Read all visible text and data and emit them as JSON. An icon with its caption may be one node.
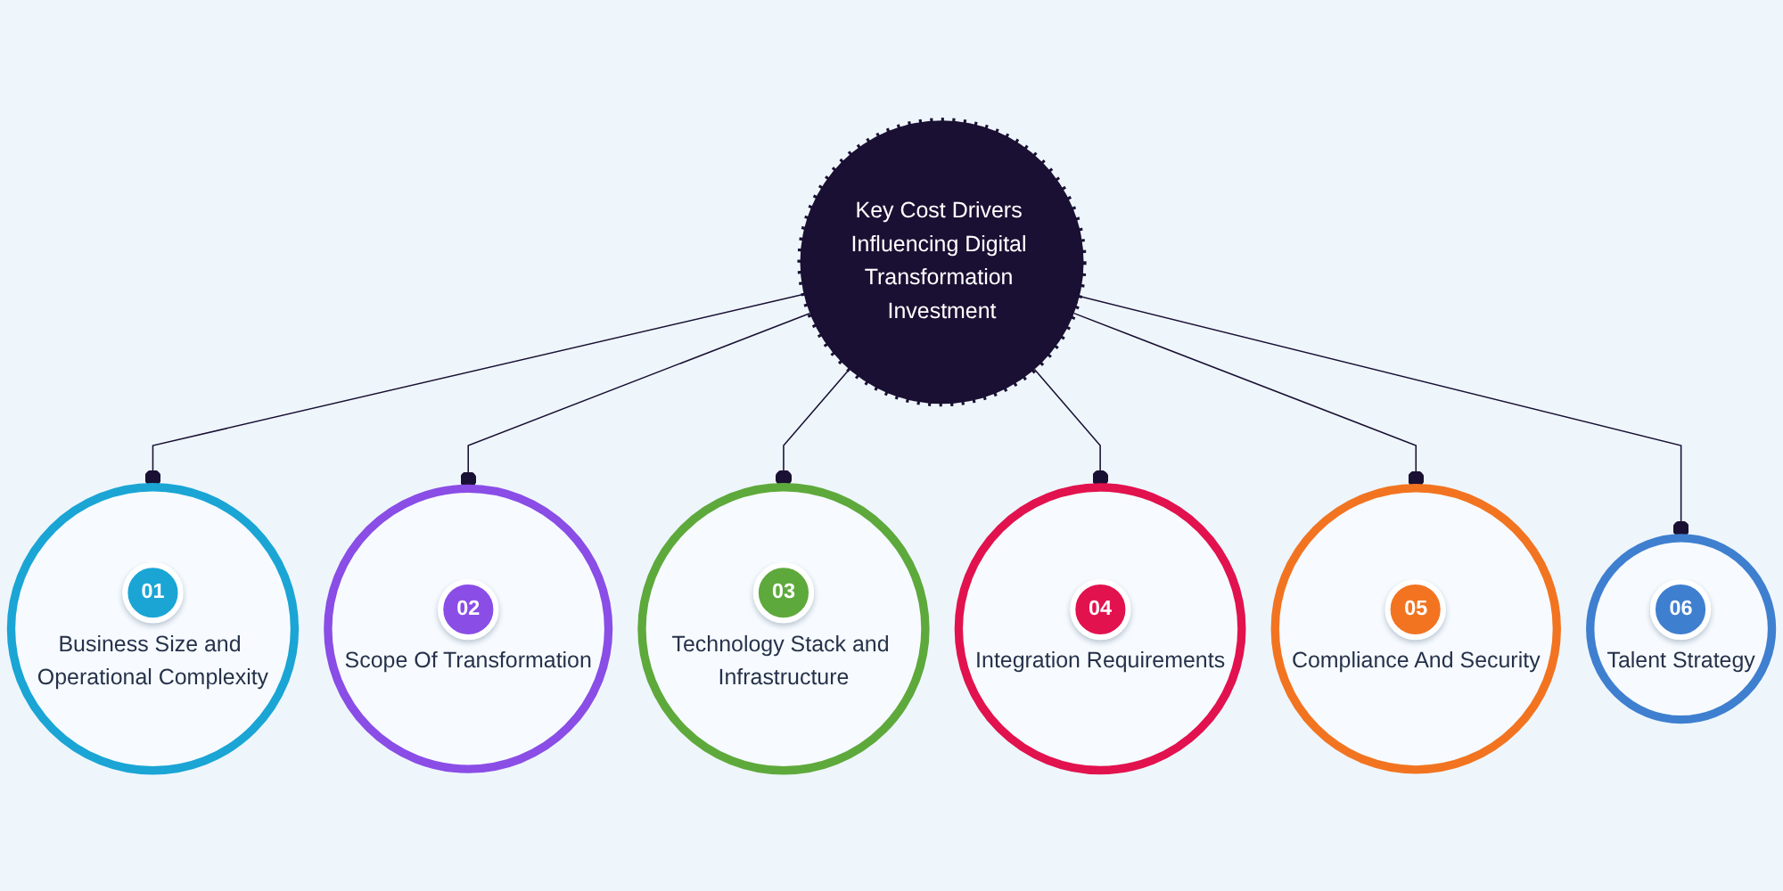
{
  "diagram": {
    "nodes": [
      {
        "text": [
          "01",
          "Business Size and Operational Complexity"
        ]
      },
      {
        "text": [
          "02",
          "Scope Of Transformation"
        ]
      },
      {
        "text": [
          "03",
          "Technology Stack and Infrastructure"
        ]
      },
      {
        "text": [
          "04",
          "Integration Requirements"
        ]
      },
      {
        "text": [
          "05",
          "Compliance And Security"
        ]
      },
      {
        "text": [
          "06",
          "Talent Strategy"
        ]
      },
      {
        "text": [
          "Key Cost Drivers Influencing Digital Transformation Investment"
        ]
      }
    ],
    "edges": [
      {
        "from": 6,
        "to": 0,
        "arrow": "other"
      },
      {
        "from": 6,
        "to": 1,
        "arrow": "other"
      },
      {
        "from": 6,
        "to": 2,
        "arrow": "other"
      },
      {
        "from": 6,
        "to": 3,
        "arrow": "other"
      },
      {
        "from": 6,
        "to": 4,
        "arrow": "other"
      },
      {
        "from": 6,
        "to": 5,
        "arrow": "other"
      }
    ]
  }
}
